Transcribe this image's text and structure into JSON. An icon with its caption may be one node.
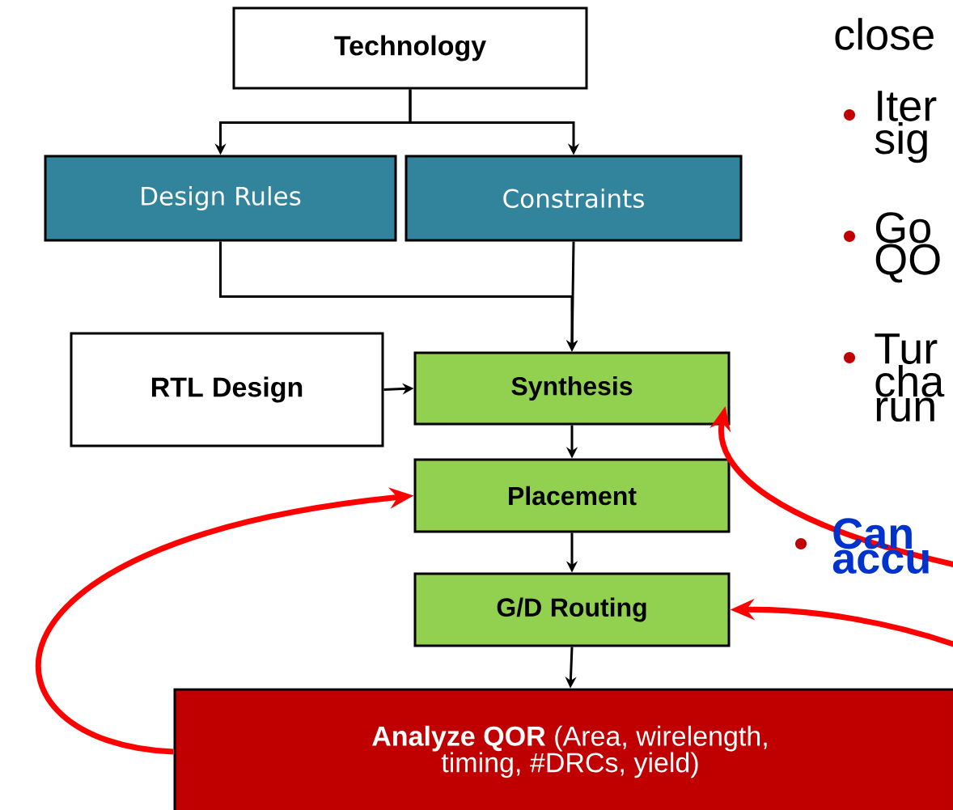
{
  "diagram": {
    "nodes": [
      {
        "text": [
          "Technology"
        ]
      },
      {
        "text": [
          "Design Rules"
        ]
      },
      {
        "text": [
          "Constraints"
        ]
      },
      {
        "text": [
          "RTL Design"
        ]
      },
      {
        "text": [
          "Synthesis"
        ]
      },
      {
        "text": [
          "Placement"
        ]
      },
      {
        "text": [
          "G/D Routing"
        ]
      },
      {
        "text": [
          "**Analyze QOR** (Area, wirelength, timing, #DRCs, yield)"
        ]
      }
    ],
    "edges": [
      {
        "from": 0,
        "to": 1,
        "arrow": "to"
      },
      {
        "from": 0,
        "to": 2,
        "arrow": "to"
      },
      {
        "from": 1,
        "to": 4,
        "arrow": "to"
      },
      {
        "from": 2,
        "to": 4,
        "arrow": "to"
      },
      {
        "from": 3,
        "to": 4,
        "arrow": "to"
      },
      {
        "from": 4,
        "to": 5,
        "arrow": "to"
      },
      {
        "from": 5,
        "to": 6,
        "arrow": "to"
      },
      {
        "from": 6,
        "to": 7,
        "arrow": "to"
      },
      {
        "from": 7,
        "to": 5,
        "arrow": "to",
        "style": "thick",
        "color": "#ff0000"
      },
      {
        "from": null,
        "to": 4,
        "arrow": "to",
        "style": "thick",
        "color": "#ff0000"
      },
      {
        "from": null,
        "to": 6,
        "arrow": "to",
        "style": "thick",
        "color": "#ff0000"
      }
    ],
    "labels": [
      "close",
      "Iter sig",
      "Go QO",
      "Tur cha run",
      "Can accu"
    ]
  }
}
